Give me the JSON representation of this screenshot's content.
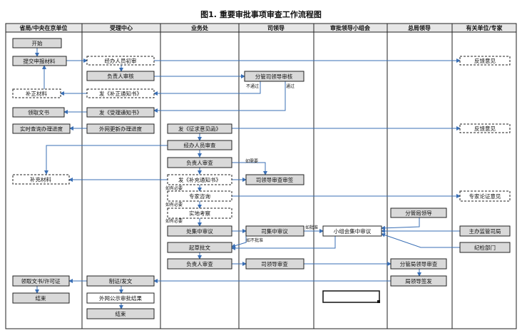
{
  "title": "图1. 重要审批事项审查工作流程图",
  "columns": [
    "省局/中央在京单位",
    "受理中心",
    "业务处",
    "司领导",
    "审批领导小组会",
    "总局领导",
    "有关单位/专家"
  ],
  "nodes": {
    "start": "开始",
    "submit": "提交申报材料",
    "handler_review": "经办人员初审",
    "lead_check": "负责人审核",
    "supplement": "补正材料",
    "notice_correct": "发《补正通知书》",
    "receive_doc": "领取文书",
    "notice_accept": "发《受理通知书》",
    "realtime_query": "实时查询办理进度",
    "external_update": "外网更新办理进度",
    "feedback_1": "反馈意见",
    "leader_review": "分管司领导审核",
    "solicit": "发《征求意见函》",
    "feedback_2": "反馈意见",
    "handler_exam": "经办人员审查",
    "lead_exam": "负责人审查",
    "supplementary": "补充材料",
    "notice_supp": "发《补充通知书》",
    "dept_exam_sign": "司领导审查审签",
    "expert_consult": "专家咨询",
    "expert_opinion": "专家论证意见",
    "field_inspect": "实地考察",
    "bureau_leader": "分管局领导",
    "dept_collective": "处集中审议",
    "div_collective": "司集中审议",
    "group_collective": "小组会集中审议",
    "supervise": "主办监管司局",
    "draft": "起草批文",
    "discipline": "纪检部门",
    "lead_exam_2": "负责人审查",
    "dept_exam_2": "司领导审查",
    "bureau_exam": "分管局领导审查",
    "bureau_sign": "局领导签发",
    "collect_license": "领取文书/许可证",
    "issue_doc": "制证/发文",
    "end_1": "结束",
    "publish_result": "外网公示审批结果",
    "end_2": "结束"
  },
  "notes": {
    "not_pass": "不通过",
    "pass": "通过",
    "if_needed_1": "如需要",
    "if_needed_2": "如有必要",
    "if_needed_3": "如有必要",
    "if_needed_4": "如有必要",
    "if_approve": "如批准",
    "not_approve": "如不批准"
  }
}
